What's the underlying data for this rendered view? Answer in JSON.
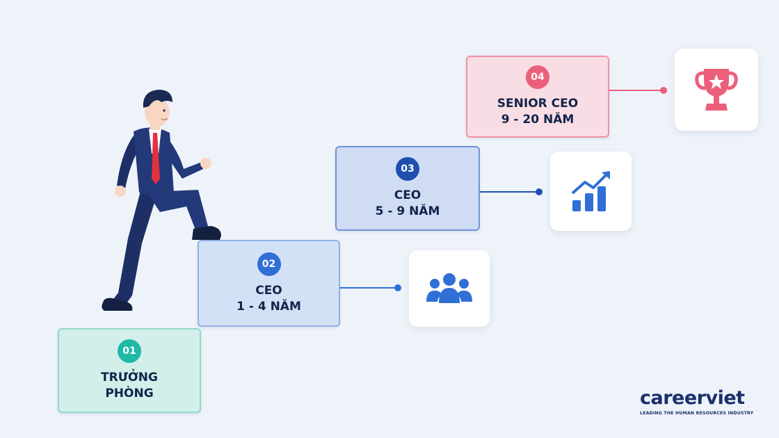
{
  "steps": [
    {
      "number": "01",
      "title": "TRƯỞNG",
      "subtitle": "PHÒNG"
    },
    {
      "number": "02",
      "title": "CEO",
      "subtitle": "1 - 4 NĂM"
    },
    {
      "number": "03",
      "title": "CEO",
      "subtitle": "5 - 9 NĂM"
    },
    {
      "number": "04",
      "title": "SENIOR CEO",
      "subtitle": "9 - 20 NĂM"
    }
  ],
  "icons": {
    "step_2": "team-icon",
    "step_3": "growth-chart-icon",
    "step_4": "trophy-icon"
  },
  "colors": {
    "step_1": "#1fb9a6",
    "step_2": "#2f6fd6",
    "step_3": "#1e4fb0",
    "step_4": "#ec5f7a",
    "background": "#eef3fa"
  },
  "brand": {
    "name": "careerviet",
    "tagline": "LEADING THE HUMAN RESOURCES INDUSTRY"
  }
}
